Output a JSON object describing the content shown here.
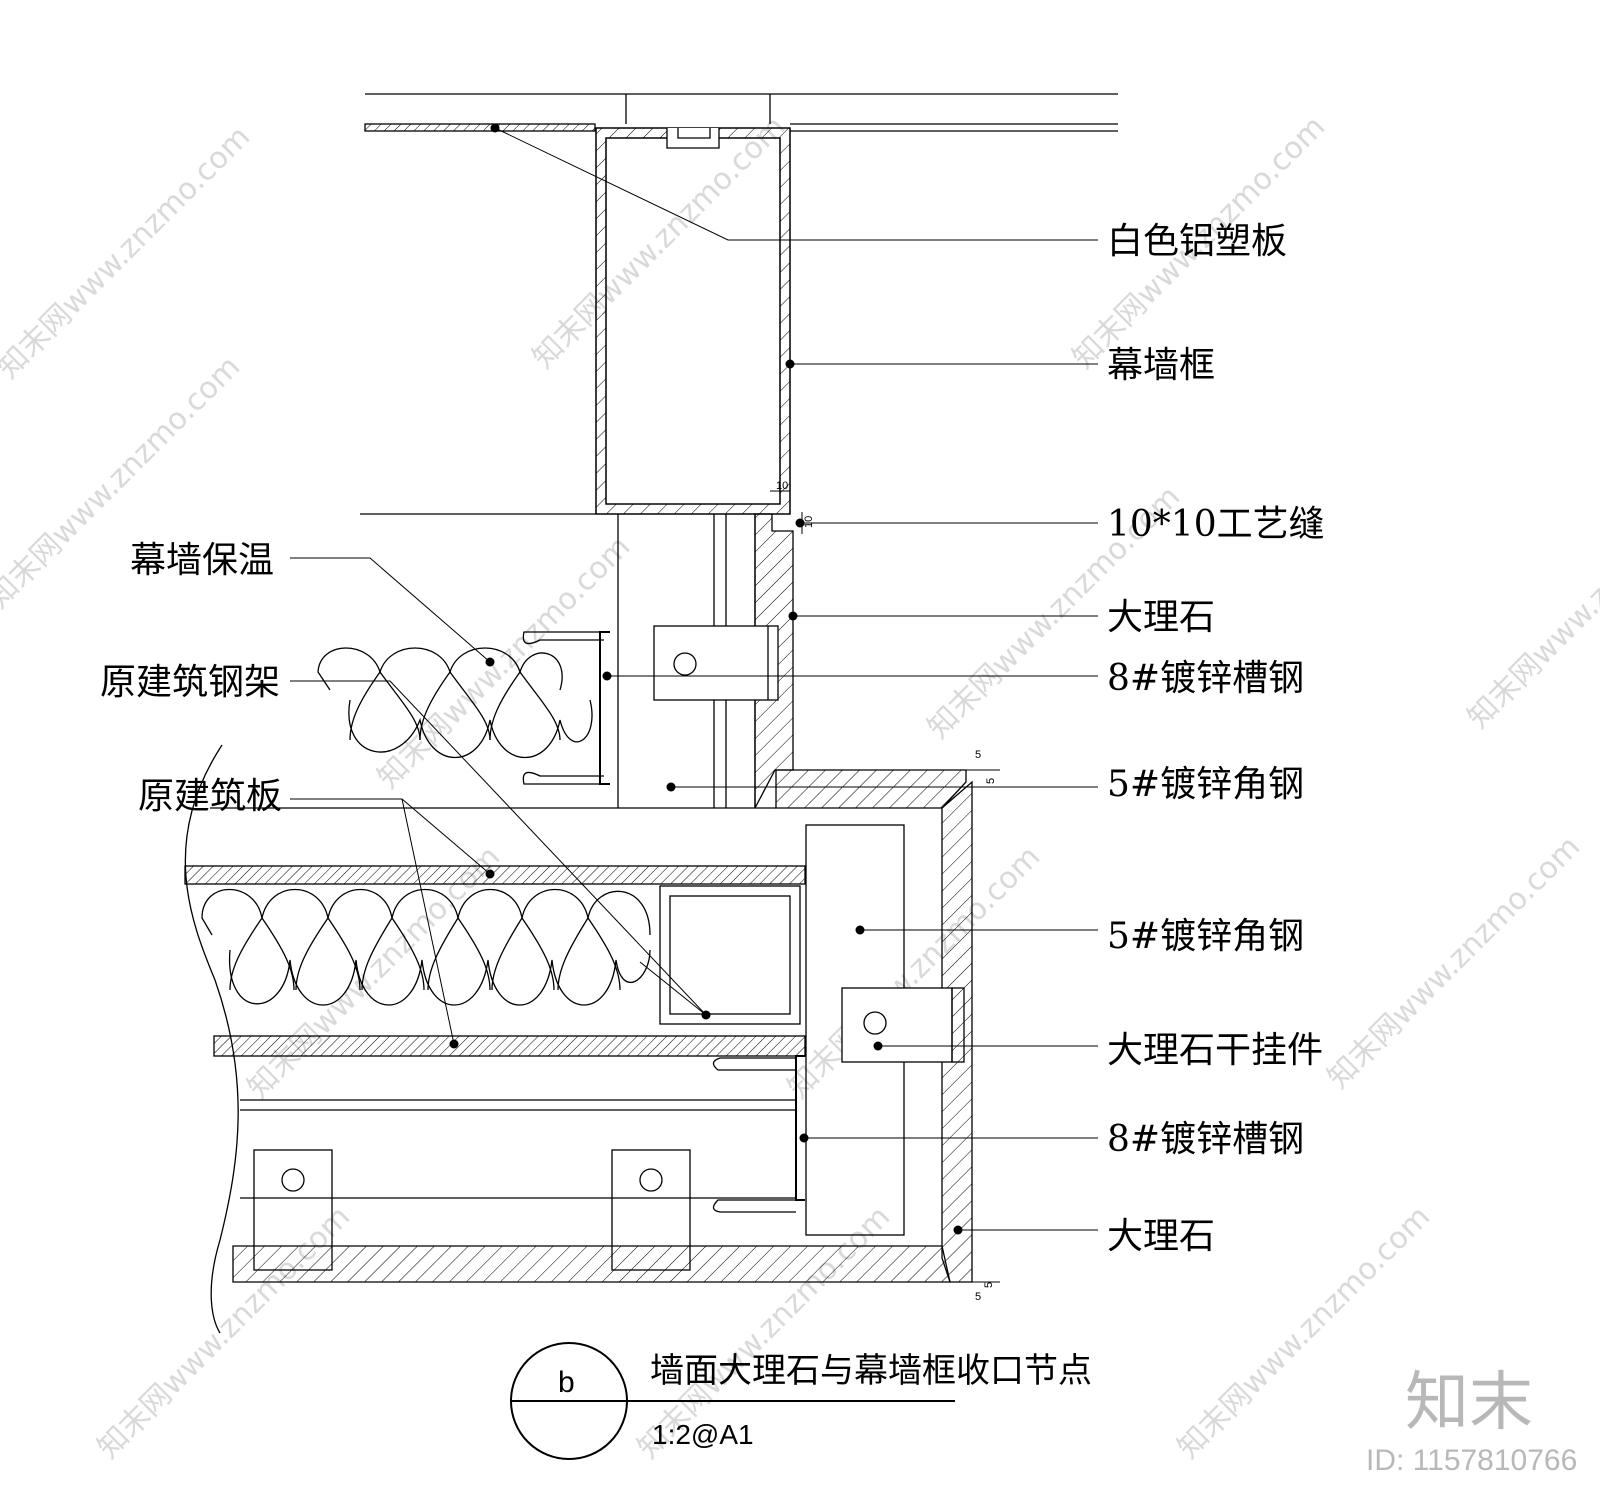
{
  "labels": {
    "right": [
      "白色铝塑板",
      "幕墙框",
      "10*10工艺缝",
      "大理石",
      "8#镀锌槽钢",
      "5#镀锌角钢",
      "5#镀锌角钢",
      "大理石干挂件",
      "8#镀锌槽钢",
      "大理石"
    ],
    "left": [
      "幕墙保温",
      "原建筑钢架",
      "原建筑板"
    ]
  },
  "dimensions": [
    "10",
    "10",
    "5",
    "5",
    "5",
    "5"
  ],
  "title_block": {
    "mark": "b",
    "title": "墙面大理石与幕墙框收口节点",
    "scale": "1:2@A1"
  },
  "watermark": {
    "brand": "知末",
    "id": "ID: 1157810766",
    "pattern_text": "知末网www.znzmo.com"
  }
}
